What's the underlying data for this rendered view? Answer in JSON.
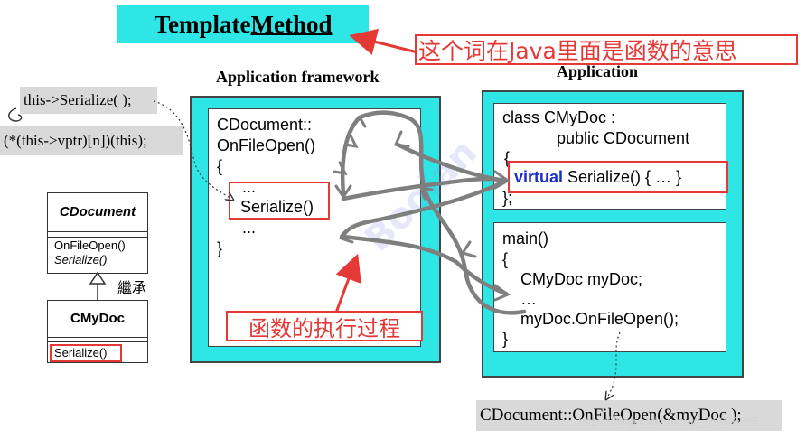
{
  "title": {
    "main": "Template ",
    "underlined": "Method"
  },
  "annotations": {
    "java_note": "这个词在Java里面是函数的意思",
    "execution_note": "函数的执行过程"
  },
  "framework": {
    "title": "Application framework",
    "code": {
      "line1": "CDocument::",
      "line2": "OnFileOpen()",
      "line3": "{",
      "line4": "...",
      "line5": "Serialize()",
      "line6": "...",
      "line7": "}"
    }
  },
  "application": {
    "title": "Application",
    "class_code": {
      "line1": "class CMyDoc :",
      "line2": "public CDocument",
      "line3": "{",
      "keyword": "virtual",
      "line4_rest": " Serialize() { … }",
      "line5": "};"
    },
    "main_code": {
      "line1": "main()",
      "line2": "{",
      "line3": "CMyDoc myDoc;",
      "line4": "…",
      "line5": "myDoc.OnFileOpen();",
      "line6": "}"
    }
  },
  "notes": {
    "serialize_call": "this->Serialize( );",
    "vptr_call": "(*(this->vptr)[n])(this);",
    "onfileopen_call": "CDocument::OnFileOpen(&myDoc );"
  },
  "uml": {
    "base_class": "CDocument",
    "base_methods": [
      "OnFileOpen()",
      "Serialize()"
    ],
    "derived_class": "CMyDoc",
    "derived_methods": [
      "Serialize()"
    ],
    "inherit_label": "繼承"
  },
  "watermark": "Boolan",
  "footer": "https://blog.csdn.net/qq_29996285",
  "colors": {
    "cyan": "#2ee6e6",
    "red": "#e53935",
    "keyword_blue": "#1a2fc7",
    "grey_note": "#d9d9d9",
    "arrow_grey": "#7f7f7f"
  }
}
